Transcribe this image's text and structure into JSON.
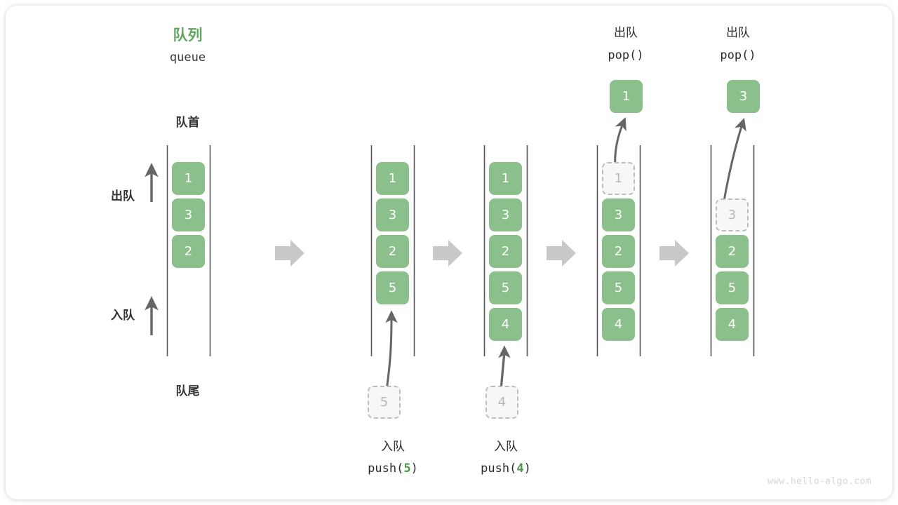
{
  "diagram": {
    "title_cn": "队列",
    "title_en": "queue",
    "front_label": "队首",
    "rear_label": "队尾",
    "dequeue_label": "出队",
    "enqueue_label": "入队",
    "watermark": "www.hello-algo.com",
    "accent_green": "#8BBF8B",
    "title_green": "#5FA75F",
    "ghost_gray": "#bdbdbd",
    "arrow_gray": "#C8C8C8",
    "line_gray": "#555555"
  },
  "stages": [
    {
      "id": "initial",
      "caption_cn": "",
      "caption_code": "",
      "items": [
        {
          "value": "1",
          "state": "filled"
        },
        {
          "value": "3",
          "state": "filled"
        },
        {
          "value": "2",
          "state": "filled"
        }
      ],
      "incoming": null,
      "popped": null
    },
    {
      "id": "push-5",
      "caption_cn": "入队",
      "caption_code_prefix": "push(",
      "caption_code_num": "5",
      "caption_code_suffix": ")",
      "items": [
        {
          "value": "1",
          "state": "filled"
        },
        {
          "value": "3",
          "state": "filled"
        },
        {
          "value": "2",
          "state": "filled"
        },
        {
          "value": "5",
          "state": "filled"
        }
      ],
      "incoming": {
        "value": "5",
        "state": "ghost"
      },
      "popped": null
    },
    {
      "id": "push-4",
      "caption_cn": "入队",
      "caption_code_prefix": "push(",
      "caption_code_num": "4",
      "caption_code_suffix": ")",
      "items": [
        {
          "value": "1",
          "state": "filled"
        },
        {
          "value": "3",
          "state": "filled"
        },
        {
          "value": "2",
          "state": "filled"
        },
        {
          "value": "5",
          "state": "filled"
        },
        {
          "value": "4",
          "state": "filled"
        }
      ],
      "incoming": {
        "value": "4",
        "state": "ghost"
      },
      "popped": null
    },
    {
      "id": "pop-1",
      "header_cn": "出队",
      "header_code": "pop()",
      "items": [
        {
          "value": "1",
          "state": "ghost"
        },
        {
          "value": "3",
          "state": "filled"
        },
        {
          "value": "2",
          "state": "filled"
        },
        {
          "value": "5",
          "state": "filled"
        },
        {
          "value": "4",
          "state": "filled"
        }
      ],
      "incoming": null,
      "popped": {
        "value": "1",
        "state": "filled"
      }
    },
    {
      "id": "pop-3",
      "header_cn": "出队",
      "header_code": "pop()",
      "items": [
        {
          "value": "3",
          "state": "ghost"
        },
        {
          "value": "2",
          "state": "filled"
        },
        {
          "value": "5",
          "state": "filled"
        },
        {
          "value": "4",
          "state": "filled"
        }
      ],
      "incoming": null,
      "popped": {
        "value": "3",
        "state": "filled"
      }
    }
  ]
}
